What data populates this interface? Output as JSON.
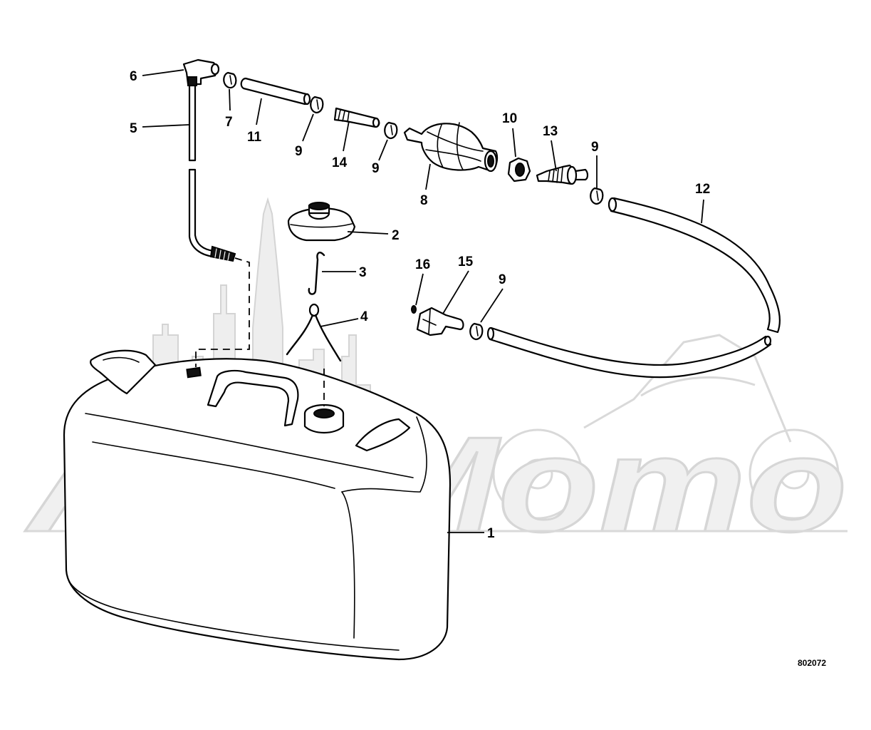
{
  "watermark": {
    "text": "AcHMomo"
  },
  "callouts": [
    {
      "id": "1",
      "text": "1"
    },
    {
      "id": "2",
      "text": "2"
    },
    {
      "id": "3",
      "text": "3"
    },
    {
      "id": "4",
      "text": "4"
    },
    {
      "id": "5",
      "text": "5"
    },
    {
      "id": "6",
      "text": "6"
    },
    {
      "id": "7",
      "text": "7"
    },
    {
      "id": "8",
      "text": "8"
    },
    {
      "id": "9a",
      "text": "9"
    },
    {
      "id": "9b",
      "text": "9"
    },
    {
      "id": "9c",
      "text": "9"
    },
    {
      "id": "9d",
      "text": "9"
    },
    {
      "id": "10",
      "text": "10"
    },
    {
      "id": "11",
      "text": "11"
    },
    {
      "id": "12",
      "text": "12"
    },
    {
      "id": "13",
      "text": "13"
    },
    {
      "id": "14",
      "text": "14"
    },
    {
      "id": "15",
      "text": "15"
    },
    {
      "id": "16",
      "text": "16"
    }
  ],
  "drawing_number": "802072"
}
